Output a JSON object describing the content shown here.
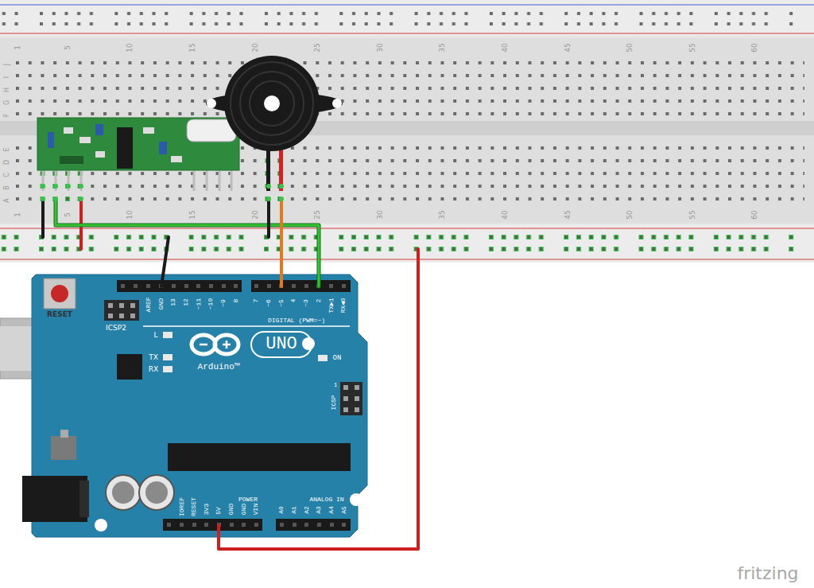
{
  "diagram": {
    "labels": [
      "1",
      "5",
      "10",
      "15",
      "20",
      "25",
      "30",
      "35",
      "40",
      "45",
      "50",
      "55",
      "60",
      "J",
      "I",
      "H",
      "G",
      "F",
      "E",
      "D",
      "C",
      "B",
      "A",
      "1",
      "5",
      "10",
      "15",
      "20",
      "25",
      "30",
      "35",
      "40",
      "45",
      "50",
      "55",
      "60",
      "RESET",
      "ICSP2",
      "AREF",
      "GND",
      "13",
      "12",
      "~11",
      "~10",
      "~9",
      "8",
      "7",
      "~6",
      "~5",
      "4",
      "~3",
      "2",
      "TX▶1",
      "RX◀0",
      "DIGITAL (PWM=~)",
      "L",
      "TX",
      "RX",
      "UNO",
      "Arduino™",
      "ON",
      "ICSP",
      "1",
      "IOREF",
      "RESET",
      "3V3",
      "5V",
      "GND",
      "GND",
      "VIN",
      "POWER",
      "ANALOG IN",
      "A0",
      "A1",
      "A2",
      "A3",
      "A4",
      "A5",
      "fritzing"
    ]
  }
}
